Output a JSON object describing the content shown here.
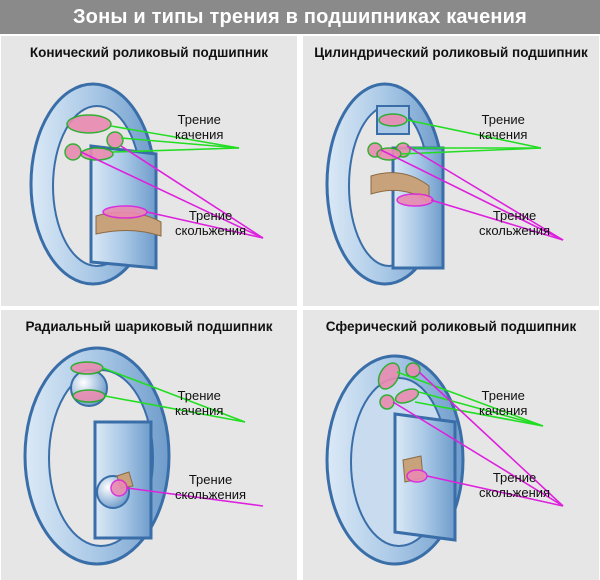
{
  "title": "Зоны и типы трения в подшипниках качения",
  "labels": {
    "rolling": [
      "Трение",
      "качения"
    ],
    "sliding": [
      "Трение",
      "скольжения"
    ]
  },
  "panels": [
    {
      "title": "Конический роликовый подшипник"
    },
    {
      "title": "Цилиндрический роликовый подшипник"
    },
    {
      "title": "Радиальный шариковый подшипник"
    },
    {
      "title": "Сферический роликовый подшипник"
    }
  ],
  "colors": {
    "rolling_line": "#22dd22",
    "sliding_line": "#dd22dd",
    "zone_fill": "#e98bb0",
    "steel": "#a9c8e6",
    "steel_dark": "#3a6ea8",
    "cage": "#c8a27a"
  }
}
